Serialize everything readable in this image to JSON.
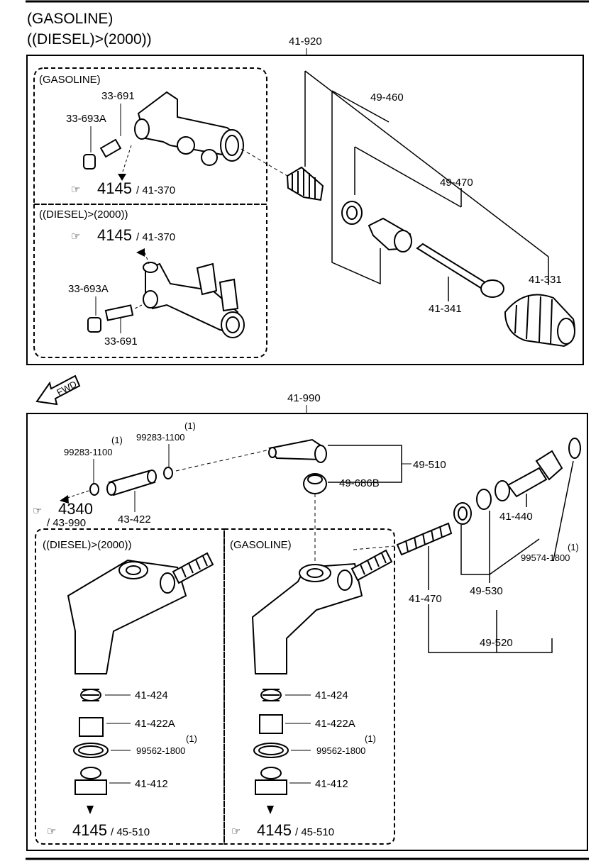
{
  "header": {
    "line1": "(GASOLINE)",
    "line2": "((DIESEL)>(2000))"
  },
  "top": {
    "assembly": "41-920",
    "gasoline_box": {
      "title": "(GASOLINE)",
      "part_bleeder": "33-691",
      "part_cap": "33-693A",
      "ref_main": "4145",
      "ref_sub": "/ 41-370"
    },
    "diesel_box": {
      "title": "((DIESEL)>(2000))",
      "ref_main": "4145",
      "ref_sub": "/ 41-370",
      "part_cap": "33-693A",
      "part_bleeder": "33-691"
    },
    "kit_outer": "49-460",
    "kit_inner": "49-470",
    "boot": "41-331",
    "pushrod": "41-341"
  },
  "fwd": {
    "text": "FWD"
  },
  "bottom": {
    "assembly": "41-990",
    "clamp_left": "99283-1100",
    "clamp_left_qty": "(1)",
    "clamp_right": "99283-1100",
    "clamp_right_qty": "(1)",
    "hose": "43-422",
    "ref_main": "4340",
    "ref_sub": "/ 43-990",
    "connector": "49-510",
    "seal": "49-686B",
    "spring": "41-470",
    "piston": "41-440",
    "cup": "49-530",
    "kit": "49-520",
    "snap_ring": "99574-1800",
    "snap_ring_qty": "(1)",
    "diesel_box": {
      "title": "((DIESEL)>(2000))",
      "spring": "41-424",
      "sleeve": "41-422A",
      "oring": "99562-1800",
      "oring_qty": "(1)",
      "plug": "41-412",
      "ref_main": "4145",
      "ref_sub": "/ 45-510"
    },
    "gasoline_box": {
      "title": "(GASOLINE)",
      "spring": "41-424",
      "sleeve": "41-422A",
      "oring": "99562-1800",
      "oring_qty": "(1)",
      "plug": "41-412",
      "ref_main": "4145",
      "ref_sub": "/ 45-510"
    }
  }
}
